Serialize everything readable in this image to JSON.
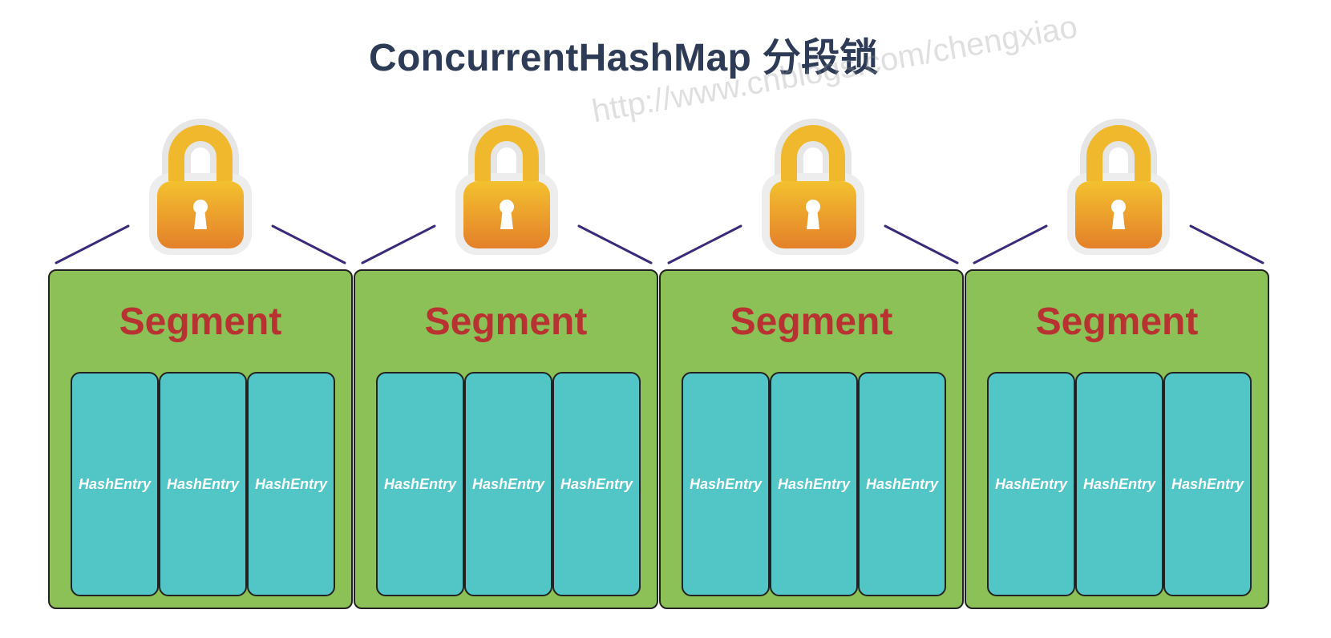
{
  "title": "ConcurrentHashMap 分段锁",
  "watermark": "http://www.cnblogs.com/chengxiao",
  "colors": {
    "title": "#2d3b57",
    "segment_fill": "#8bc156",
    "segment_label": "#b83232",
    "entry_fill": "#52c5c7",
    "entry_label": "#ffffff",
    "connector": "#3b2a7a",
    "lock_top": "#f3c12f",
    "lock_bottom": "#e4802a"
  },
  "segments": [
    {
      "label": "Segment",
      "icon": "padlock-icon",
      "entries": [
        "HashEntry",
        "HashEntry",
        "HashEntry"
      ]
    },
    {
      "label": "Segment",
      "icon": "padlock-icon",
      "entries": [
        "HashEntry",
        "HashEntry",
        "HashEntry"
      ]
    },
    {
      "label": "Segment",
      "icon": "padlock-icon",
      "entries": [
        "HashEntry",
        "HashEntry",
        "HashEntry"
      ]
    },
    {
      "label": "Segment",
      "icon": "padlock-icon",
      "entries": [
        "HashEntry",
        "HashEntry",
        "HashEntry"
      ]
    }
  ]
}
